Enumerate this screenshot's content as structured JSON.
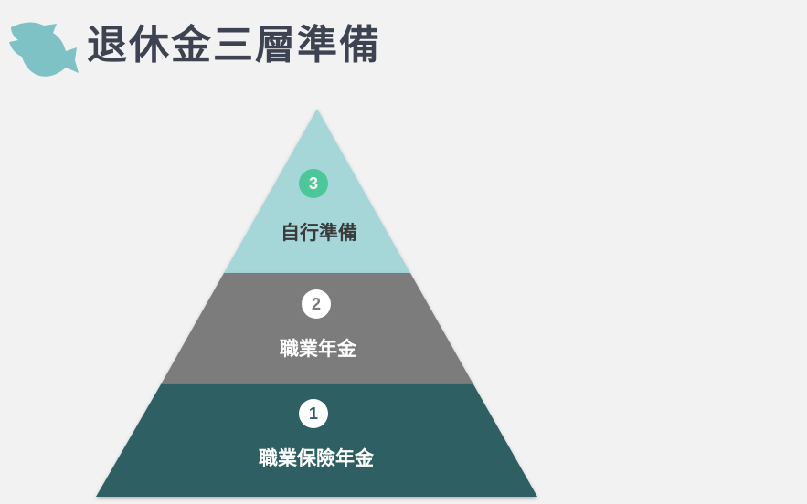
{
  "header": {
    "title": "退休金三層準備",
    "logo_icon": "fish-icon",
    "logo_color": "#7fc2c6"
  },
  "pyramid": {
    "tiers": [
      {
        "number": "3",
        "label": "自行準備",
        "fill": "#a6d7d8",
        "badge_fill": "#4cc79a",
        "badge_text": "#ffffff",
        "label_color": "#3a3a3a"
      },
      {
        "number": "2",
        "label": "職業年金",
        "fill": "#7c7c7c",
        "badge_fill": "#ffffff",
        "badge_text": "#7c7c7c",
        "label_color": "#ffffff"
      },
      {
        "number": "1",
        "label": "職業保險年金",
        "fill": "#2d5e63",
        "badge_fill": "#ffffff",
        "badge_text": "#2d5e63",
        "label_color": "#ffffff"
      }
    ]
  }
}
